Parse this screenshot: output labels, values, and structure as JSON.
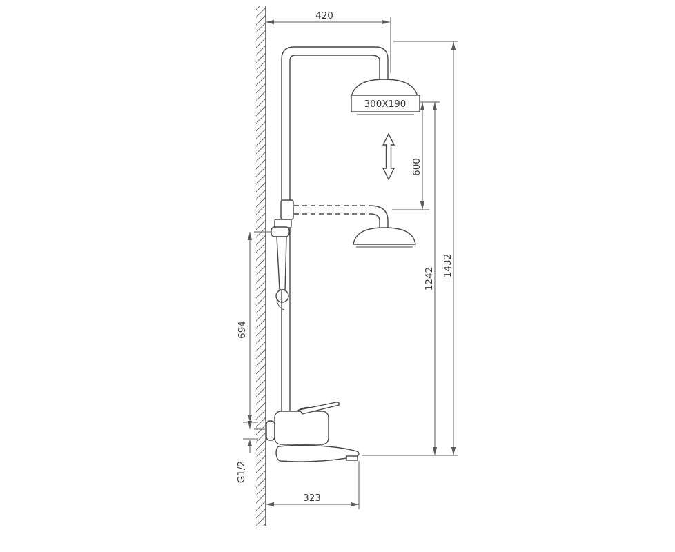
{
  "page": {
    "title": "Shower set technical drawing"
  },
  "labels": {
    "top_width": "420",
    "head_size": "300X190",
    "adjust_range": "600",
    "height_to_lower_head": "1242",
    "total_height": "1432",
    "hand_shower_height": "694",
    "inlet_thread": "G1/2",
    "spout_reach": "323"
  },
  "colors": {
    "line": "#4c4c4c",
    "text": "#3a3a3a",
    "background": "#ffffff"
  }
}
